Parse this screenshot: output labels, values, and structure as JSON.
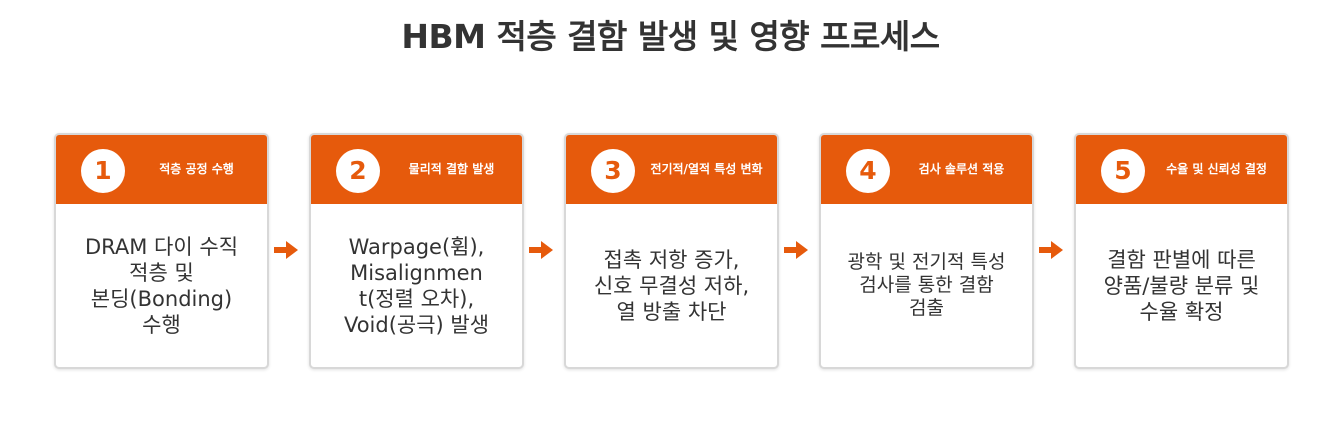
{
  "title": "HBM 적층 결함 발생 및 영향 프로세스",
  "accent_color": "#e65a0c",
  "steps": [
    {
      "number": "1",
      "header": "적층 공정 수행",
      "body": "DRAM 다이 수직\n적층 및\n본딩(Bonding)\n수행"
    },
    {
      "number": "2",
      "header": "물리적 결함 발생",
      "body": "Warpage(휨),\nMisalignmen\nt(정렬 오차),\nVoid(공극) 발생"
    },
    {
      "number": "3",
      "header": "전기적/열적 특성 변화",
      "body": "접촉 저항 증가,\n신호 무결성 저하,\n열 방출 차단"
    },
    {
      "number": "4",
      "header": "검사 솔루션 적용",
      "body": "광학 및 전기적 특성\n검사를 통한 결함\n검출"
    },
    {
      "number": "5",
      "header": "수율 및 신뢰성 결정",
      "body": "결함 판별에 따른\n양품/불량 분류 및\n수율 확정"
    }
  ]
}
